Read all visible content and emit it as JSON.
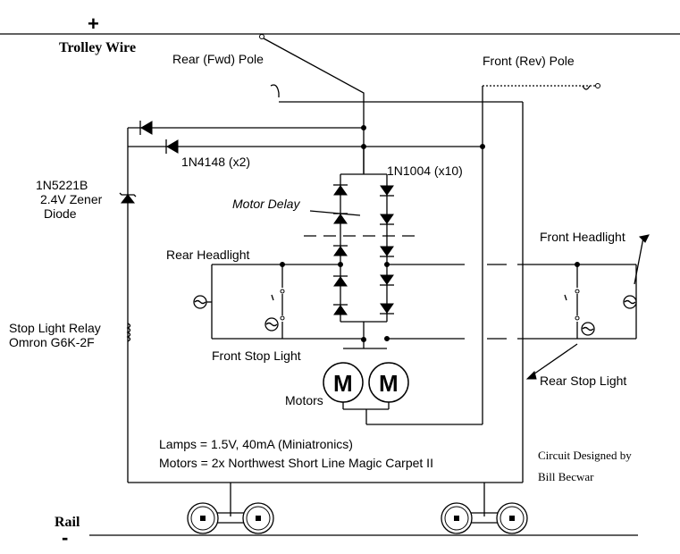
{
  "polarity": {
    "positive": "+",
    "negative": "-"
  },
  "labels": {
    "trolley_wire": "Trolley Wire",
    "rear_pole": "Rear (Fwd) Pole",
    "front_pole": "Front (Rev) Pole",
    "signal_diodes": "1N4148 (x2)",
    "zener_part": "1N5221B",
    "zener_desc": "2.4V Zener",
    "zener_word": "Diode",
    "rect_diodes": "1N1004 (x10)",
    "motor_delay": "Motor Delay",
    "rear_headlight": "Rear Headlight",
    "front_headlight": "Front Headlight",
    "relay_line1": "Stop Light Relay",
    "relay_line2": "Omron G6K-2F",
    "front_stop_light": "Front Stop Light",
    "rear_stop_light": "Rear Stop Light",
    "motors": "Motors",
    "motor_symbol": "M",
    "lamps_note": "Lamps = 1.5V, 40mA (Miniatronics)",
    "motors_note": "Motors = 2x Northwest Short Line Magic Carpet II",
    "credit_line1": "Circuit Designed by",
    "credit_line2": "Bill Becwar",
    "rail": "Rail"
  }
}
